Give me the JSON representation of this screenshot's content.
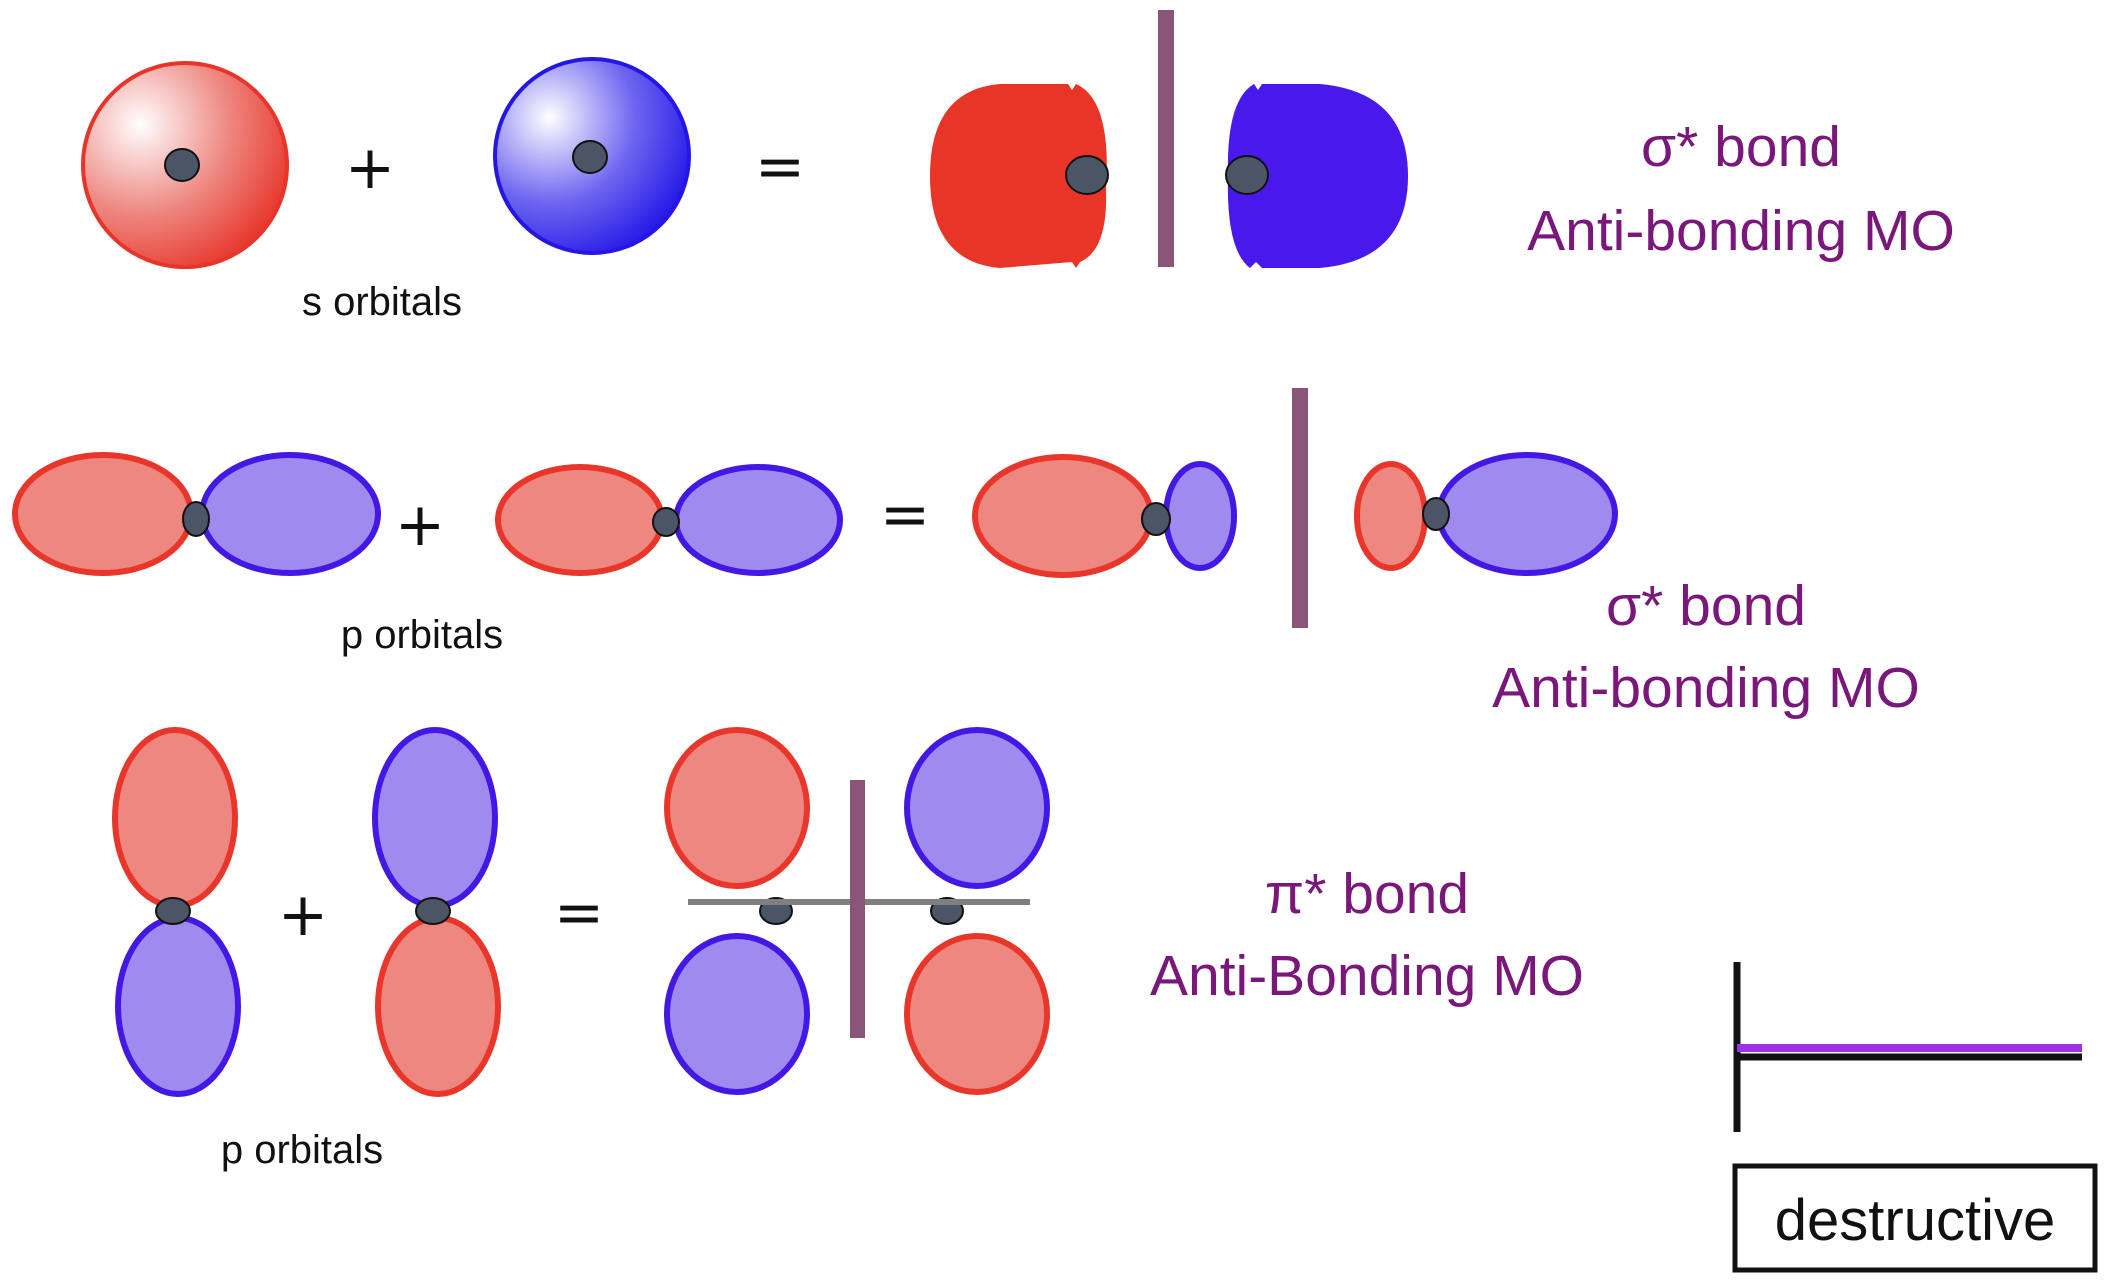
{
  "rows": {
    "s_sigma": {
      "plus": "+",
      "equals": "=",
      "caption": "s orbitals",
      "bond": "σ* bond",
      "mo": "Anti-bonding MO"
    },
    "p_sigma": {
      "plus": "+",
      "equals": "=",
      "caption": "p orbitals",
      "bond": "σ* bond",
      "mo": "Anti-bonding MO"
    },
    "p_pi": {
      "plus": "+",
      "equals": "=",
      "caption": "p orbitals",
      "bond": "π* bond",
      "mo": "Anti-Bonding MO"
    }
  },
  "legend": {
    "label": "destructive"
  },
  "colors": {
    "phase_positive_fill": "#EE8780",
    "phase_positive_stroke": "#E8372A",
    "phase_negative_fill": "#9F8BF0",
    "phase_negative_stroke": "#4418E4",
    "s_red": "#E8352A",
    "s_blue": "#2416E6",
    "sigma_star_red": "#E83528",
    "sigma_star_blue": "#4818EC",
    "node_line": "#8A5578",
    "nucleus": "#4C5566",
    "text_purple": "#7A177A",
    "axis_gray": "#808080",
    "legend_line": "#A030E8"
  }
}
